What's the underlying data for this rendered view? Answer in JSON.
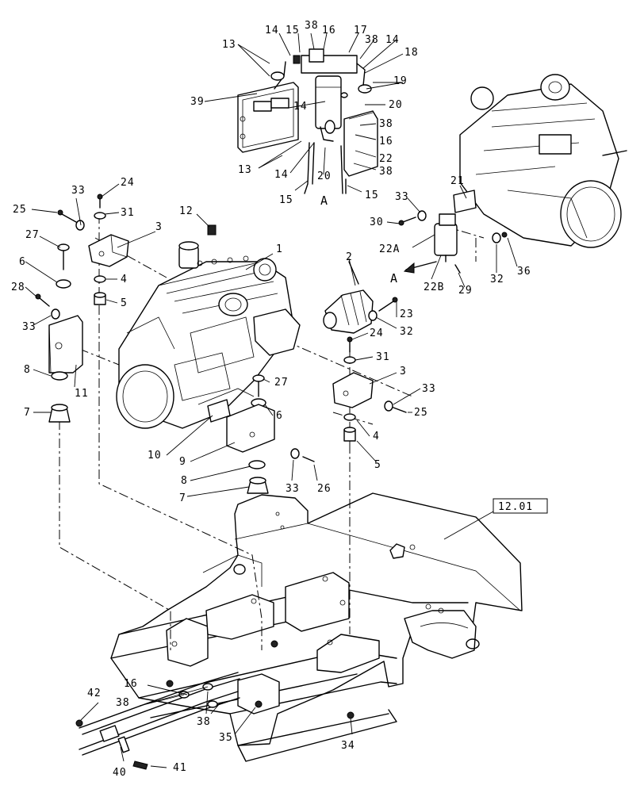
{
  "labels": {
    "l13a": "13",
    "l14a": "14",
    "l15a": "15",
    "l38a": "38",
    "l16a": "16",
    "l17": "17",
    "l38b": "38",
    "l14b": "14",
    "l18": "18",
    "l19": "19",
    "l39": "39",
    "l14c": "14",
    "l20a": "20",
    "l38c": "38",
    "l16b": "16",
    "l13b": "13",
    "l14d": "14",
    "l20b": "20",
    "l22a": "22",
    "l38d": "38",
    "l15b": "15",
    "l15c": "15",
    "lA1": "A",
    "l33a": "33",
    "l24a": "24",
    "l25a": "25",
    "l31a": "31",
    "l3a": "3",
    "l12": "12",
    "l27a": "27",
    "l1": "1",
    "l2": "2",
    "l6a": "6",
    "l4a": "4",
    "l28": "28",
    "l5a": "5",
    "l33b": "33",
    "l11": "11",
    "l8a": "8",
    "l7a": "7",
    "l21": "21",
    "l33c": "33",
    "l30": "30",
    "l22A": "22A",
    "l32a": "32",
    "l36": "36",
    "lA2": "A",
    "l22B": "22B",
    "l29": "29",
    "l23": "23",
    "l32b": "32",
    "l24b": "24",
    "l31b": "31",
    "l3b": "3",
    "l27b": "27",
    "l33d": "33",
    "l25b": "25",
    "l6b": "6",
    "l4b": "4",
    "l10": "10",
    "l9": "9",
    "l5b": "5",
    "l8b": "8",
    "l33e": "33",
    "l26": "26",
    "l7b": "7",
    "l16c": "16",
    "l38e": "38",
    "l42": "42",
    "l38f": "38",
    "l35": "35",
    "l34": "34",
    "l40": "40",
    "l41": "41"
  },
  "reference": "12.01"
}
